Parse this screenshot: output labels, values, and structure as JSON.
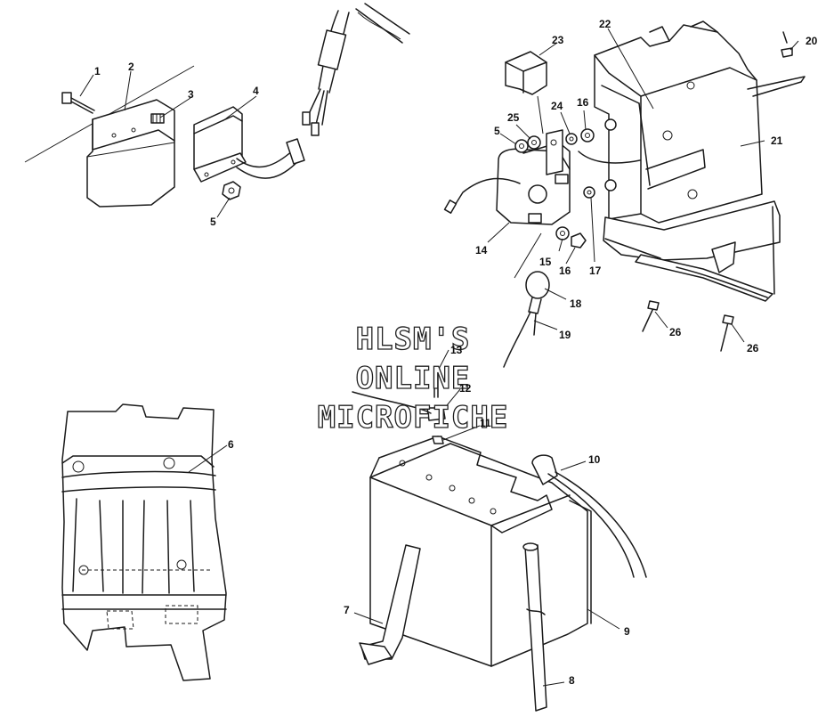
{
  "watermark": {
    "line1": "HLSM'S",
    "line2": "ONLINE",
    "line3": "MICROFICHE"
  },
  "callouts": {
    "c1": "1",
    "c2": "2",
    "c3": "3",
    "c4": "4",
    "c5a": "5",
    "c5b": "5",
    "c6": "6",
    "c7": "7",
    "c8": "8",
    "c9": "9",
    "c10": "10",
    "c11": "11",
    "c12": "12",
    "c13": "13",
    "c14": "14",
    "c15": "15",
    "c16a": "16",
    "c16b": "16",
    "c17": "17",
    "c18": "18",
    "c19": "19",
    "c20": "20",
    "c21": "21",
    "c22": "22",
    "c23": "23",
    "c24": "24",
    "c25": "25",
    "c26a": "26",
    "c26b": "26"
  }
}
